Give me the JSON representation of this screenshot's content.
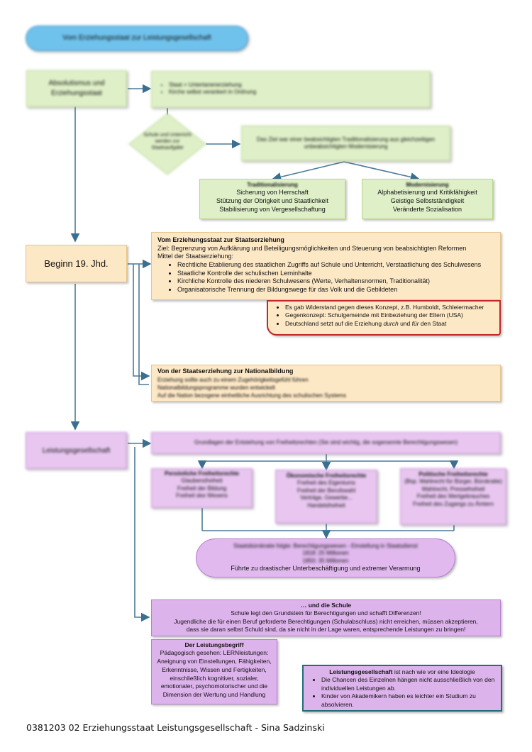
{
  "top_banner": "Vom Erziehungsstaat zur Leistungsgesellschaft",
  "absolutismus": {
    "label": "Absolutismus und Erziehungsstaat",
    "bullets": [
      "Staat = Untertanenerziehung",
      "Kirche selbst verankert in Ordnung"
    ]
  },
  "diamond_label": "Schule und Unterricht werden zur Staatsaufgabe",
  "green_wide_text": "Das Ziel war einer beabsichtigten Traditionalisierung aus gleichzeitigen unbeabsichtigten Modernisierung",
  "traditionalisierung": {
    "title": "Traditionalisierung",
    "lines": [
      "Sicherung von Herrschaft",
      "Stützung der Obrigkeit und Staatlichkeit",
      "Stabilisierung von Vergesellschaftung"
    ]
  },
  "modernisierung": {
    "title": "Modernisierung",
    "lines": [
      "Alphabetisierung und Kritikfähigkeit",
      "Geistige Selbstständigkeit",
      "Veränderte Sozialisation"
    ]
  },
  "beginn": "Beginn 19. Jhd.",
  "staatserziehung": {
    "title": "Vom Erziehungsstaat zur Staatserziehung",
    "intro": "Ziel: Begrenzung von Aufklärung und Beteiligungsmöglichkeiten und Steuerung von beabsichtigten Reformen",
    "intro2": "Mittel der Staatserziehung:",
    "bullets": [
      "Rechtliche Etablierung des staatlichen Zugriffs auf Schule und Unterricht, Verstaatlichung des Schulwesens",
      "Staatliche Kontrolle der schulischen Lerninhalte",
      "Kirchliche Kontrolle des niederen Schulwesens (Werte, Verhaltensnormen, Traditionalität)",
      "Organisatorische Trennung der Bildungswege für das Volk und die Gebildeten"
    ]
  },
  "red_box": {
    "b1": "Es gab Widerstand gegen dieses Konzept, z.B. Humboldt, Schleiermacher",
    "b2": "Gegenkonzept: Schulgemeinde mit Einbeziehung der Eltern (USA)",
    "b3_pre": "Deutschland setzt auf die Erziehung ",
    "b3_em1": "durch",
    "b3_mid": " und ",
    "b3_em2": "für",
    "b3_post": " den Staat"
  },
  "nationalbildung": {
    "title": "Von der Staatserziehung zur Nationalbildung",
    "lines": [
      "Erziehung sollte auch zu einem Zugehörigkeitsgefühl führen",
      "Nationalbildungsprogramme wurden entwickelt",
      "Auf die Nation bezogene einheitliche Ausrichtung des schulischen Systems"
    ]
  },
  "leistungsgesellschaft": "Leistungsgesellschaft",
  "purple_wide_text": "Grundlagen der Entstehung von Freiheitsrechten (Sie sind wichtig, die sogenannte Berechtigungswesen)",
  "freiheit_boxes": [
    {
      "title": "Persönliche Freiheitsrechte",
      "lines": [
        "Glaubensfreiheit",
        "Freiheit der Bildung",
        "Freiheit des Wesens"
      ]
    },
    {
      "title": "Ökonomische Freiheitsrechte",
      "lines": [
        "Freiheit des Eigentums",
        "Freiheit der Berufswahl",
        "Verträge, Gewerbe...",
        "Handelsfreiheit"
      ]
    },
    {
      "title": "Politische Freiheitsrechte",
      "lines": [
        "(Bsp. Wahlrecht für Bürger, Bürokratie)",
        "Wahlrecht, Pressefreiheit",
        "Freiheit des Wertgebrauches",
        "Freiheit des Zugangs zu Ämtern"
      ]
    }
  ],
  "oval": {
    "blur_line1": "Staatsbürokratie folgte: Berechtigungswesen - Einstellung in Staatsdienst",
    "blur_line2": "1818: 25 Millionen",
    "blur_line3": "1850: 35 Millionen",
    "line4": "Führte zu drastischer Unterbeschäftigung und extremer Verarmung"
  },
  "schule": {
    "title": "… und die Schule",
    "line1": "Schule legt den Grundstein für Berechtigungen und schafft Differenzen!",
    "line2": "Jugendliche die für einen Beruf geforderte Berechtigungen (Schulabschluss) nicht erreichen, müssen akzeptieren,",
    "line3": "dass sie daran selbst Schuld sind, da sie nicht in der Lage waren, entsprechende Leistungen zu bringen!"
  },
  "leistungsbegriff": {
    "title": "Der Leistungsbegriff",
    "lines": [
      "Pädagogisch gesehen: LERNleistungen:",
      "Aneignung von Einstellungen, Fähigkeiten,",
      "Erkenntnisse, Wissen und Fertigkeiten,",
      "einschließlich kognitiver, sozialer,",
      "emotionaler, psychomotorischer und die",
      "Dimension der Wertung und Handlung"
    ]
  },
  "ideologie": {
    "title_bold": "Leistungsgesellschaft",
    "title_rest": " ist nach wie vor eine Ideologie",
    "bullets": [
      "Die Chancen des Einzelnen hängen nicht ausschließlich von den individuellen Leistungen ab.",
      "Kinder von Akademikern haben es leichter ein Studium zu absolvieren."
    ]
  },
  "footer": "0381203 02 Erziehungsstaat Leistungsgesellschaft - Sina Sadzinski",
  "colors": {
    "line": "#3b6f8f",
    "red": "#c0282a",
    "teal": "#1f6f78"
  }
}
